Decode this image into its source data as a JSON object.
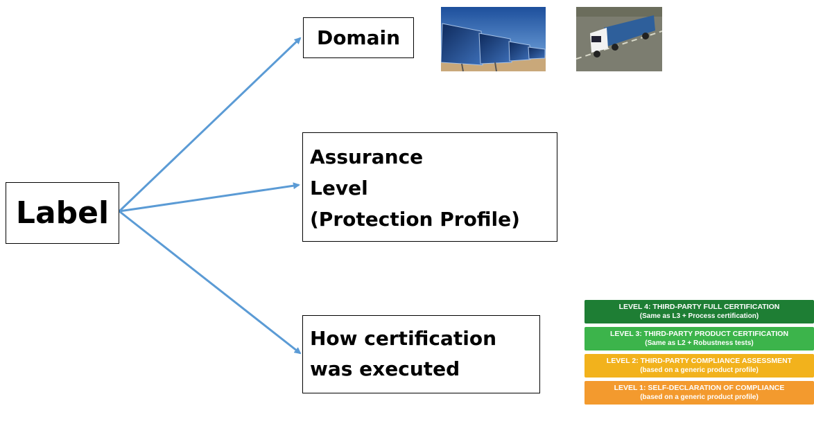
{
  "label_box": {
    "text": "Label"
  },
  "domain_box": {
    "text": "Domain"
  },
  "assurance_box": {
    "lines": [
      "Assurance",
      "Level",
      "(Protection Profile)"
    ]
  },
  "howcert_box": {
    "lines": [
      "How certification",
      "was executed"
    ]
  },
  "arrow_color": "#5b9bd5",
  "images": [
    {
      "name": "solar-panels-photo"
    },
    {
      "name": "truck-photo"
    }
  ],
  "levels": [
    {
      "title": "LEVEL 4: THIRD-PARTY FULL CERTIFICATION",
      "subtitle": "(Same as L3 + Process certification)",
      "color": "#1e7e34"
    },
    {
      "title": "LEVEL 3: THIRD-PARTY PRODUCT CERTIFICATION",
      "subtitle": "(Same as L2 + Robustness tests)",
      "color": "#3cb44b"
    },
    {
      "title": "LEVEL 2: THIRD-PARTY COMPLIANCE ASSESSMENT",
      "subtitle": "(based on a generic product profile)",
      "color": "#f2b21c"
    },
    {
      "title": "LEVEL 1: SELF-DECLARATION OF COMPLIANCE",
      "subtitle": "(based on a generic product profile)",
      "color": "#f39a2e"
    }
  ]
}
